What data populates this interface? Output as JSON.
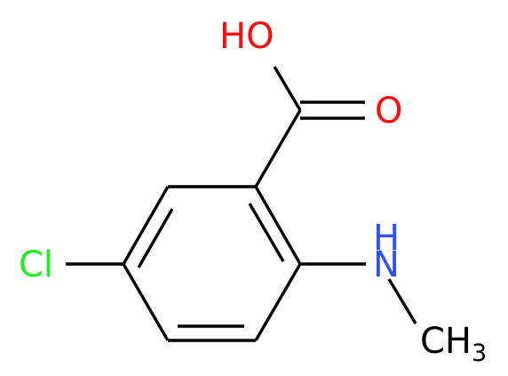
{
  "molecule": {
    "atoms": {
      "oh": {
        "text": "HO",
        "color": "#ff0d0d"
      },
      "o": {
        "text": "O",
        "color": "#ff0d0d"
      },
      "cl": {
        "text": "Cl",
        "color": "#1ff01f"
      },
      "nh": {
        "text": "H",
        "color": "#3050f8"
      },
      "n": {
        "text": "N",
        "color": "#3050f8"
      },
      "ch3": {
        "text": "CH",
        "subscript": "3",
        "color": "#000000"
      }
    },
    "bond_color": "#000000",
    "background": "#ffffff"
  }
}
